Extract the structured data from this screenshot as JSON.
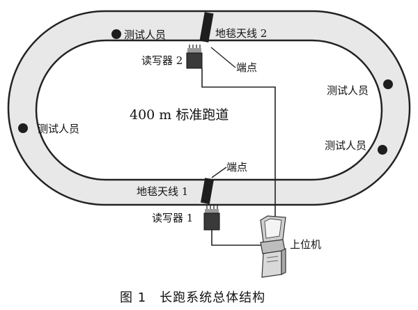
{
  "labels": {
    "tester_top": "测试人员",
    "antenna_2": "地毯天线 2",
    "reader_2": "读写器 2",
    "endpoint_top": "端点",
    "tester_right_upper": "测试人员",
    "track_name": "400 m 标准跑道",
    "tester_left": "测试人员",
    "tester_right_lower": "测试人员",
    "endpoint_bottom": "端点",
    "antenna_1": "地毯天线 1",
    "reader_1": "读写器 1",
    "host": "上位机"
  },
  "caption": "图 1　长跑系统总体结构",
  "colors": {
    "track_fill": "#e8e8e8",
    "line": "#222222",
    "antenna": "#1e1e1e",
    "device": "#3a3a3a"
  }
}
